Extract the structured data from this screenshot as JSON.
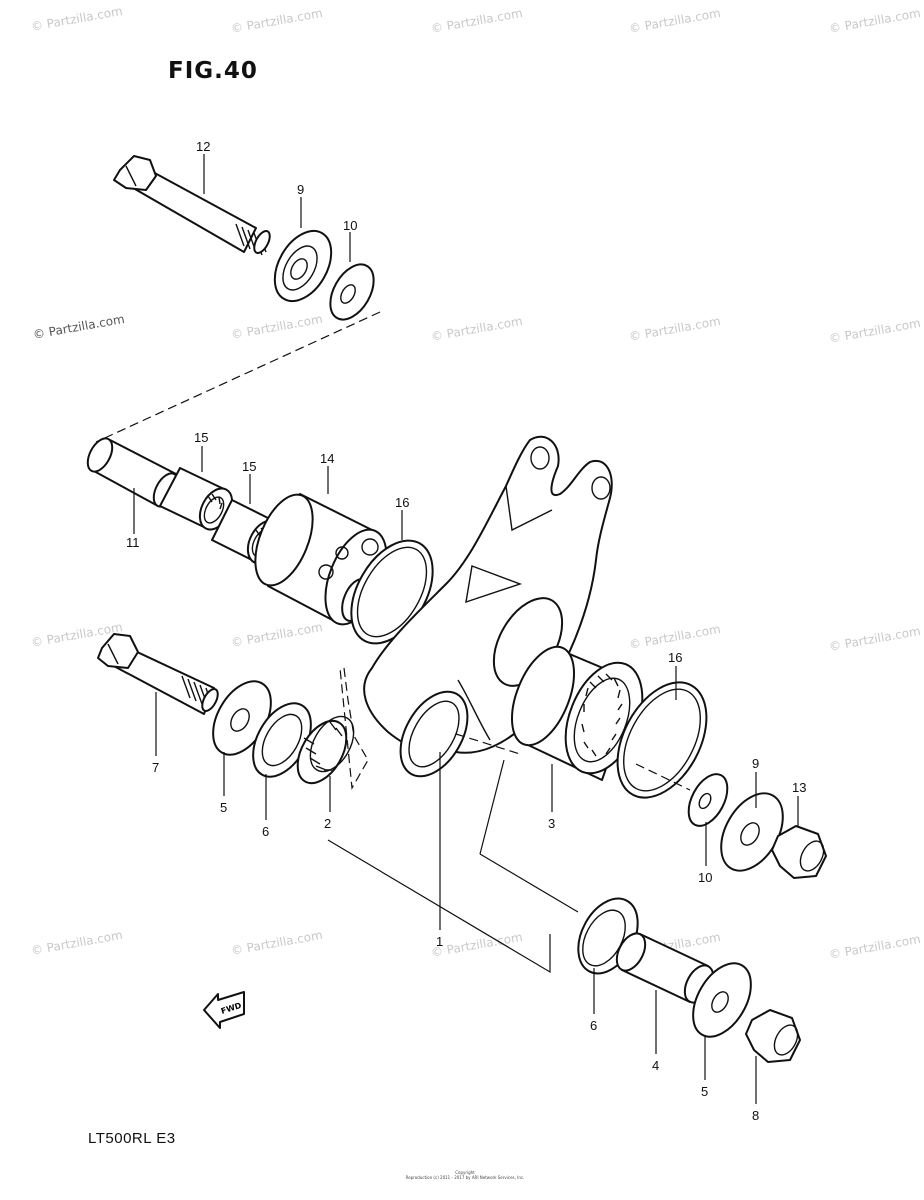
{
  "figure": {
    "title": "FIG.40"
  },
  "model": "LT500RL  E3",
  "watermark": {
    "text": "© Partzilla.com"
  },
  "copyright": [
    "Copyright",
    "Reproduction (c) 2011 - 2017 by ARI Network Services, Inc."
  ],
  "fwd_label": "FWD",
  "callouts": {
    "c1": "1",
    "c2": "2",
    "c3": "3",
    "c4": "4",
    "c5a": "5",
    "c5b": "5",
    "c6a": "6",
    "c6b": "6",
    "c7": "7",
    "c8": "8",
    "c9a": "9",
    "c9b": "9",
    "c10a": "10",
    "c10b": "10",
    "c11": "11",
    "c12": "12",
    "c13": "13",
    "c14": "14",
    "c15a": "15",
    "c15b": "15",
    "c16a": "16",
    "c16b": "16"
  }
}
